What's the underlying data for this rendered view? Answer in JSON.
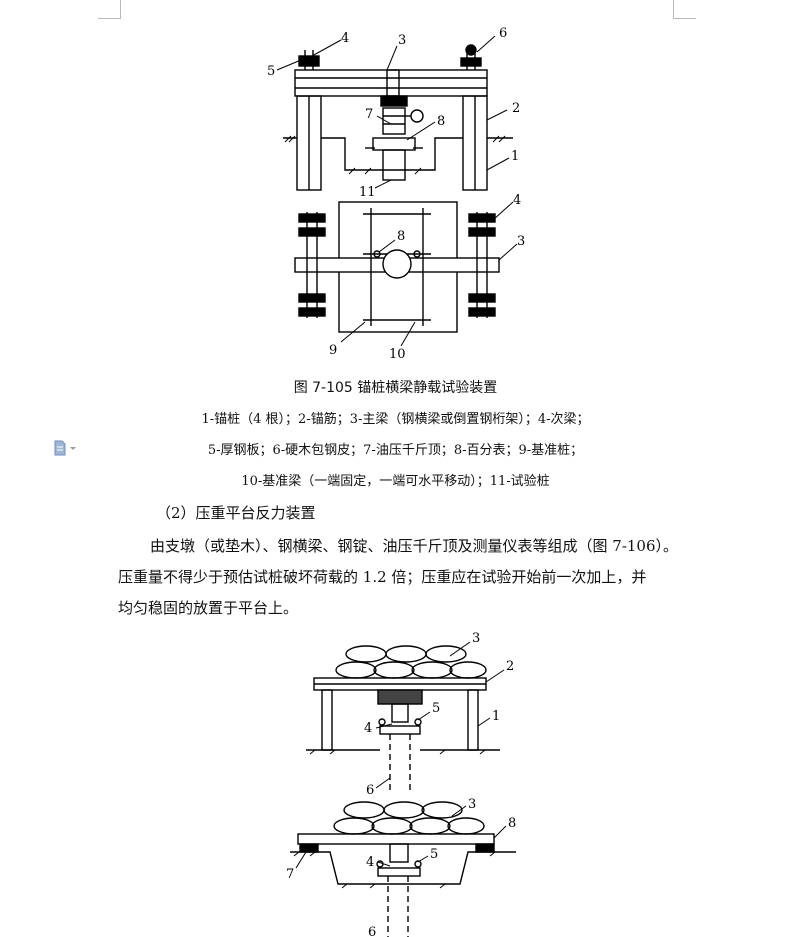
{
  "figure1": {
    "top_labels": [
      "4",
      "3",
      "6",
      "5",
      "2",
      "7",
      "8",
      "1",
      "11"
    ],
    "plan_labels": [
      "8",
      "4",
      "3",
      "9",
      "10"
    ],
    "caption": "图 7-105  锚桩横梁静载试验装置",
    "legend": [
      "1-锚桩（4 根）；2-锚筋；3-主梁（钢横梁或倒置钢桁架）；4-次梁；",
      "5-厚钢板；6-硬木包钢皮；7-油压千斤顶；8-百分表；9-基准桩；",
      "10-基准梁（一端固定，一端可水平移动）；11-试验桩"
    ]
  },
  "section": {
    "heading": "（2）压重平台反力装置",
    "lines": [
      "由支墩（或垫木）、钢横梁、钢锭、油压千斤顶及测量仪表等组成（图 7-106）。",
      "压重量不得少于预估试桩破坏荷载的 1.2 倍；压重应在试验开始前一次加上，并",
      "均匀稳固的放置于平台上。"
    ]
  },
  "figure2": {
    "labels_a": [
      "3",
      "2",
      "4",
      "5",
      "1",
      "6"
    ],
    "labels_b": [
      "3",
      "8",
      "4",
      "5",
      "7",
      "6"
    ]
  },
  "icons": {
    "doc": "document-icon"
  }
}
